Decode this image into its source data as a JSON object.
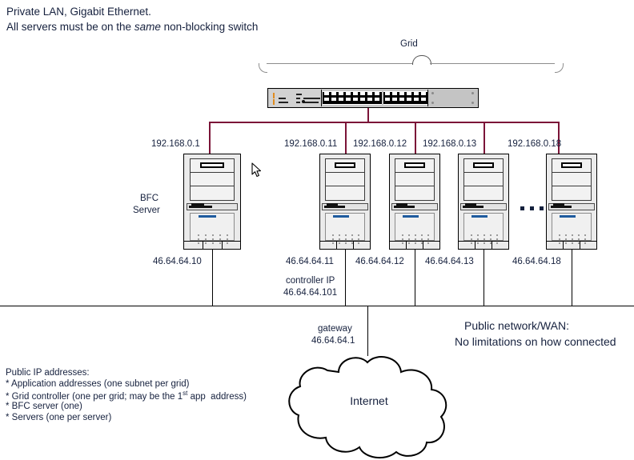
{
  "header": {
    "line1": "Private LAN, Gigabit Ethernet.",
    "line2_pre": "All servers must be on the ",
    "line2_em": "same",
    "line2_post": " non-blocking switch"
  },
  "grid": {
    "label": "Grid"
  },
  "switch": {
    "name": "ethernet-switch"
  },
  "servers": [
    {
      "private_ip": "192.168.0.1",
      "public_ip": "46.64.64.10",
      "role_line1": "BFC",
      "role_line2": "Server"
    },
    {
      "private_ip": "192.168.0.11",
      "public_ip": "46.64.64.11",
      "controller_label": "controller IP",
      "controller_ip": "46.64.64.101"
    },
    {
      "private_ip": "192.168.0.12",
      "public_ip": "46.64.64.12"
    },
    {
      "private_ip": "192.168.0.13",
      "public_ip": "46.64.64.13"
    },
    {
      "private_ip": "192.168.0.18",
      "public_ip": "46.64.64.18"
    }
  ],
  "ellipsis": "...",
  "gateway": {
    "label": "gateway",
    "ip": "46.64.64.1"
  },
  "public_network": {
    "line1": "Public network/WAN:",
    "line2": "No limitations on how connected"
  },
  "cloud": {
    "label": "Internet"
  },
  "legend": {
    "title": "Public IP addresses:",
    "items": [
      "* Application addresses (one subnet per grid)",
      "* BFC server (one)",
      "* Servers (one per server)"
    ],
    "controller_pre": "* Grid controller (one per grid; may be the 1",
    "controller_sup": "st",
    "controller_post": " app  address)"
  },
  "colors": {
    "cable": "#7B1438",
    "line": "#000000",
    "led": "#1f5b9e",
    "brace": "#8d8d8d"
  }
}
